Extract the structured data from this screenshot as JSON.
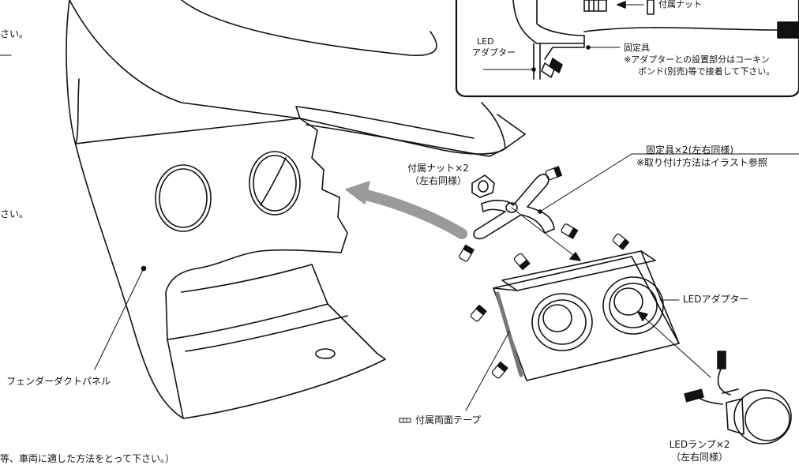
{
  "labels": {
    "fender_panel": "フェンダーダクトパネル",
    "nut": "付属ナット×2",
    "nut_sub": "（左右同様）",
    "fixture": "固定具×2(左右同様)",
    "fixture_note": "※取り付け方法はイラスト参照",
    "led_adapter": "LEDアダプター",
    "led_lamp": "LEDランプ×2",
    "led_lamp_sub": "（左右同様）",
    "tape": "付属両面テープ"
  },
  "inset": {
    "nut": "付属ナット",
    "led_adapter_1": "LED",
    "led_adapter_2": "アダプター",
    "fixture": "固定具",
    "note_1": "※アダプターとの設置部分はコーキン",
    "note_2": "ボンド(別売)等で接着して下さい。"
  },
  "cut_text": {
    "top_left": "さい。",
    "mid_left": "さい。",
    "bottom": "等、車両に適した方法をとって下さい。）"
  }
}
